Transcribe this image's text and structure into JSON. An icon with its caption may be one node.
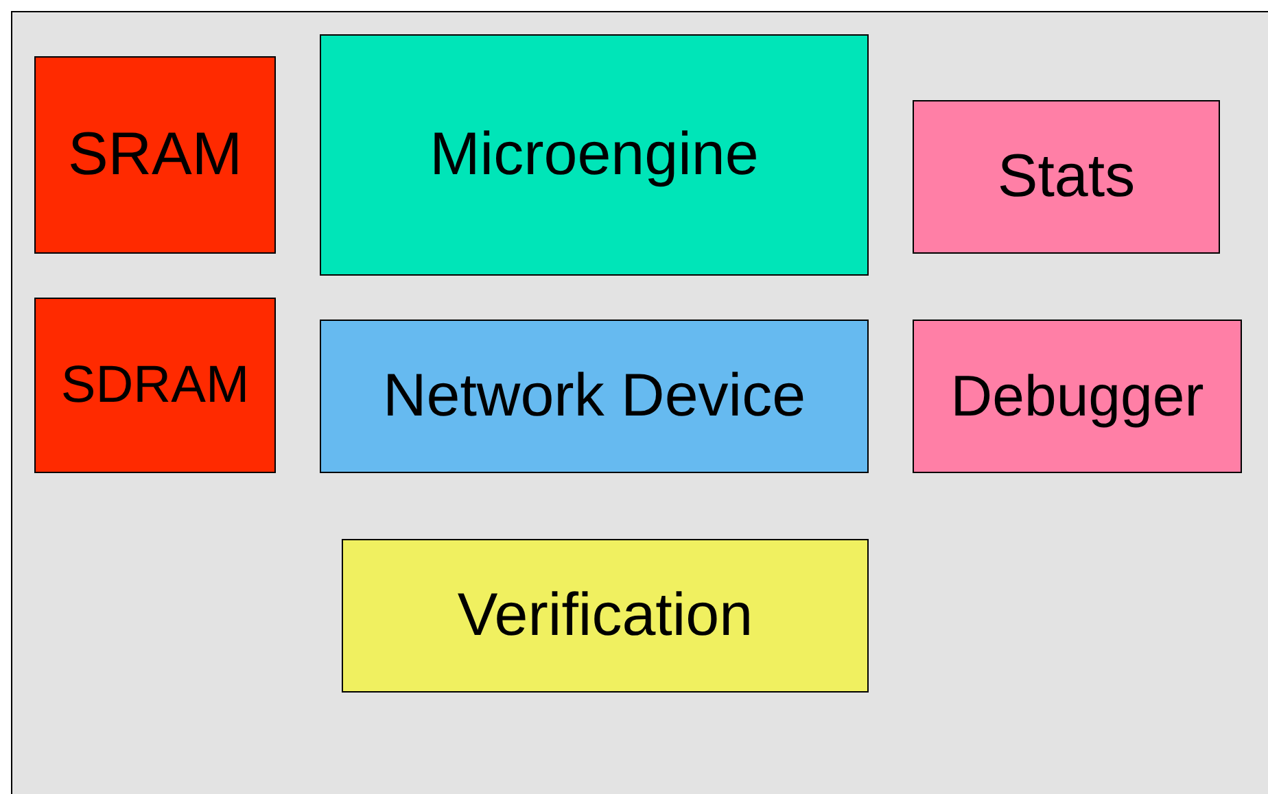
{
  "diagram": {
    "nodes": [
      {
        "text": [],
        "shape": "box"
      },
      {
        "text": [
          "SRAM"
        ],
        "in": 0
      },
      {
        "text": [
          "Microengine"
        ],
        "in": 0
      },
      {
        "text": [
          "Stats"
        ],
        "in": 0
      },
      {
        "text": [
          "SDRAM"
        ],
        "in": 0
      },
      {
        "text": [
          "Network Device"
        ],
        "in": 0
      },
      {
        "text": [
          "Debugger"
        ],
        "in": 0
      },
      {
        "text": [
          "Verification"
        ],
        "in": 0
      }
    ]
  }
}
